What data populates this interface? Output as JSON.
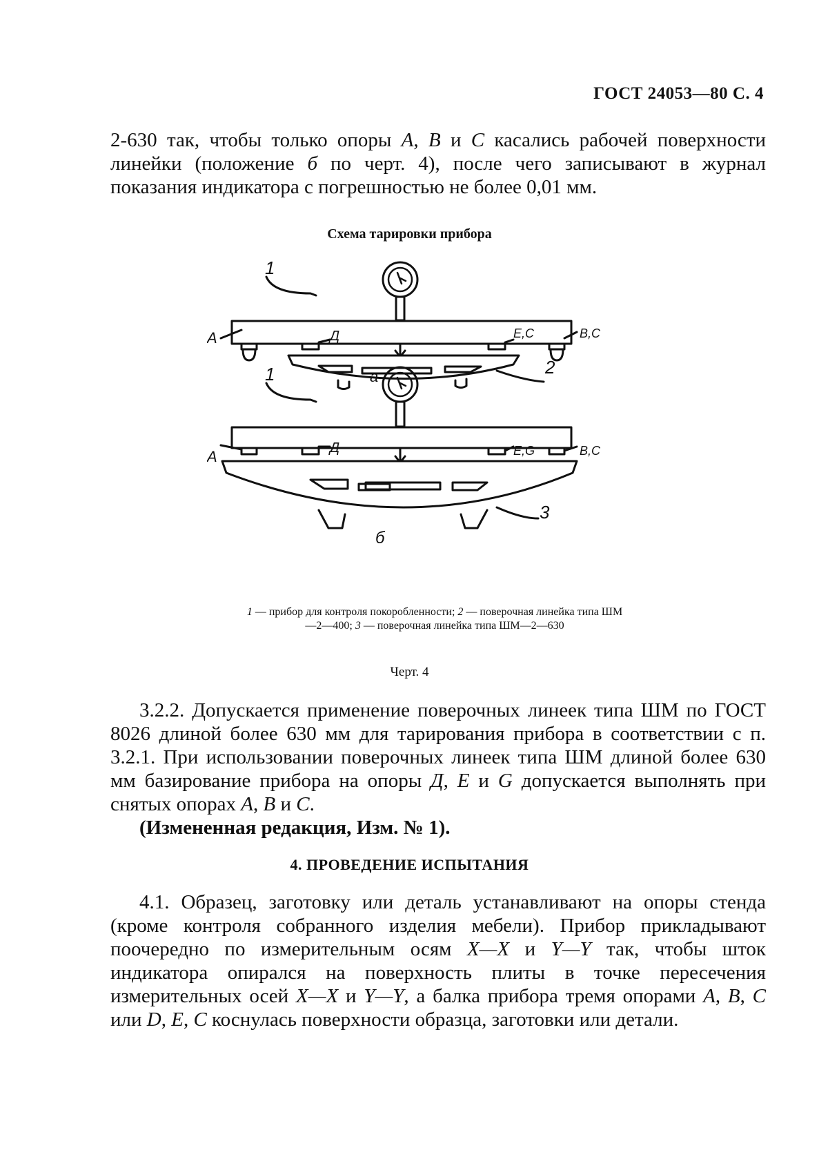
{
  "header": {
    "title": "ГОСТ 24053—80 С. 4"
  },
  "para1": {
    "text_a": "2-630 так, чтобы только опоры ",
    "A": "А",
    "sep1": ", ",
    "B": "В",
    "and": " и ",
    "C": "С",
    "text_b": " касались рабочей поверхности линейки (положение ",
    "b_letter": "б",
    "text_c": " по черт. 4), после чего записывают в журнал показания индикатора с погрешностью не более 0,01 мм."
  },
  "figure": {
    "title": "Схема тарировки прибора",
    "labels": {
      "one_top": "1",
      "one_bottom": "1",
      "two": "2",
      "three": "3",
      "a_left_top": "А",
      "a_left_bottom": "А",
      "d_top": "Д",
      "d_bottom": "Д",
      "ec_top": "Е,С",
      "eg_bottom": "Е,G",
      "bc_top": "В,С",
      "bc_bottom": "В,С",
      "pos_a": "а",
      "pos_b": "б"
    },
    "legend": {
      "n1": "1",
      "t1": " — прибор для контроля покоробленности; ",
      "n2": "2",
      "t2": " — поверочная линейка типа ШМ—2—400; ",
      "n3": "3",
      "t3": " — поверочная линейка типа ШМ—2—630"
    },
    "chert": "Черт. 4"
  },
  "para2": {
    "text_a": "3.2.2. Допускается применение поверочных линеек типа ШМ по ГОСТ 8026 длиной более 630 мм для тарирования прибора в соответствии с п. 3.2.1. При использовании поверочных линеек типа ШМ длиной более 630 мм базирование прибора на опоры ",
    "D": "Д",
    "sep1": ", ",
    "E": "Е",
    "and1": " и ",
    "G": "G",
    "text_b": " допускается выполнять при снятых опорах ",
    "A": "А",
    "sep2": ", ",
    "B": "В",
    "and2": " и ",
    "C": "С",
    "end": ".",
    "edit_note": "(Измененная редакция, Изм. № 1)."
  },
  "section4": {
    "title": "4. ПРОВЕДЕНИЕ ИСПЫТАНИЯ"
  },
  "para3": {
    "text_a": "4.1. Образец, заготовку или деталь устанавливают на опоры стенда (кроме контроля собранного изделия мебели). Прибор прикладывают поочередно по измерительным осям ",
    "xx1": "X—X",
    "and1": " и ",
    "yy1": "Y—Y",
    "text_b": " так, чтобы шток индикатора опирался на поверхность плиты в точке пересечения измерительных осей ",
    "xx2": "X—X",
    "and2": " и ",
    "yy2": "Y—Y",
    "text_c": ", а балка прибора тремя опорами ",
    "A": "А",
    "s1": ", ",
    "B": "В",
    "s2": ", ",
    "C": "С",
    "or": " или ",
    "D": "D",
    "s3": ", ",
    "E": "Е",
    "s4": ", ",
    "C2": "С",
    "text_d": " коснулась поверхности образца, заготовки или детали."
  }
}
